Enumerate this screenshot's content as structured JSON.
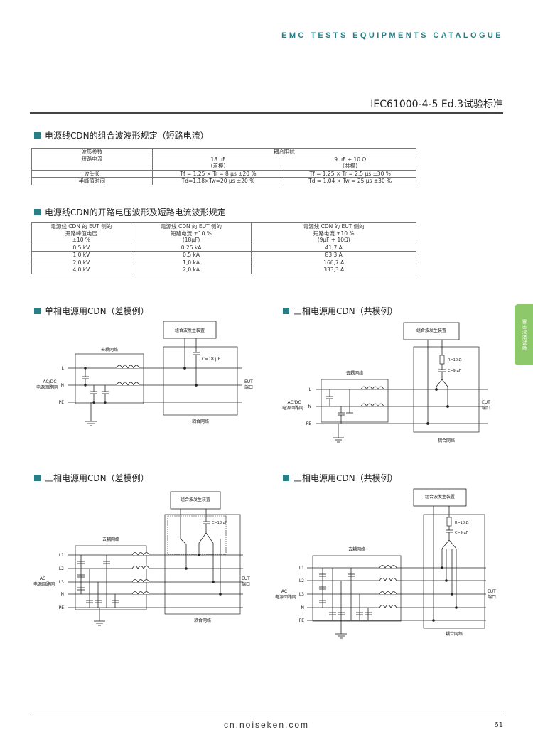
{
  "header": {
    "brand": "EMC TESTS EQUIPMENTS CATALOGUE",
    "standard": "IEC61000-4-5 Ed.3试验标准"
  },
  "section1": {
    "title": "电源线CDN的组合波波形规定（短路电流）",
    "hdr_param": "波形参数",
    "hdr_sc": "短路电流",
    "hdr_imp": "耦合阻抗",
    "col1": "18 μF",
    "col1_sub": "（差模）",
    "col2": "9 μF + 10 Ω",
    "col2_sub": "（共模）",
    "rows": [
      [
        "波头长",
        "Tf = 1,25 × Tr = 8 μs ±20 %",
        "Tf = 1,25 × Tr = 2,5 μs ±30 %"
      ],
      [
        "半峰值时间",
        "Td=1.18×Tw=20 μs ±20 %",
        "Td = 1,04 × Tw = 25 μs ±30 %"
      ]
    ]
  },
  "section2": {
    "title": "电源线CDN的开路电压波形及短路电流波形规定",
    "headers": [
      [
        "電源线 CDN 的 EUT 侧的",
        "开路峰值电压",
        "±10 %"
      ],
      [
        "電源线 CDN 的 EUT 侧的",
        "短路电流 ±10 %",
        "(18μF)"
      ],
      [
        "電源线 CDN 的 EUT 侧的",
        "短路电流 ±10 %",
        "(9μF + 10Ω)"
      ]
    ],
    "rows": [
      [
        "0,5 kV",
        "0,25 kA",
        "41,7 A"
      ],
      [
        "1,0 kV",
        "0,5 kA",
        "83,3 A"
      ],
      [
        "2,0 kV",
        "1,0 kA",
        "166,7 A"
      ],
      [
        "4,0 kV",
        "2,0 kA",
        "333,3 A"
      ]
    ]
  },
  "side_tab": "雷击浪涌试验",
  "diagrams": {
    "d1": {
      "title": "单相电源用CDN（差模例）",
      "generator": "组合波发生装置",
      "decoupling": "去耦网络",
      "coupling": "耦合网络",
      "cap": "C=18 μF",
      "source_l1": "AC/DC",
      "source_l2": "电源回路网",
      "eut_l1": "EUT",
      "eut_l2": "端口",
      "lines": [
        "L",
        "N",
        "PE"
      ]
    },
    "d2": {
      "title": "三相电源用CDN（共模例）",
      "generator": "组合波发生装置",
      "decoupling": "去耦网络",
      "coupling": "耦合网络",
      "res": "R=10 Ω",
      "cap": "C=9 μF",
      "source_l1": "AC/DC",
      "source_l2": "电源回路网",
      "eut_l1": "EUT",
      "eut_l2": "端口",
      "lines": [
        "L",
        "N",
        "PE"
      ]
    },
    "d3": {
      "title": "三相电源用CDN（差模例）",
      "generator": "组合波发生装置",
      "decoupling": "去耦网络",
      "coupling": "耦合网络",
      "cap": "C=18 μF",
      "source_l1": "AC",
      "source_l2": "电源回路网",
      "eut_l1": "EUT",
      "eut_l2": "端口",
      "lines": [
        "L1",
        "L2",
        "L3",
        "N",
        "PE"
      ]
    },
    "d4": {
      "title": "三相电源用CDN（共模例）",
      "generator": "组合波发生装置",
      "decoupling": "去耦网络",
      "coupling": "耦合网络",
      "res": "R=10 Ω",
      "cap": "C=9 μF",
      "source_l1": "AC",
      "source_l2": "电源回路网",
      "eut_l1": "EUT",
      "eut_l2": "端口",
      "lines": [
        "L1",
        "L2",
        "L3",
        "N",
        "PE"
      ]
    }
  },
  "footer": {
    "url": "cn.noiseken.com",
    "page": "61"
  }
}
